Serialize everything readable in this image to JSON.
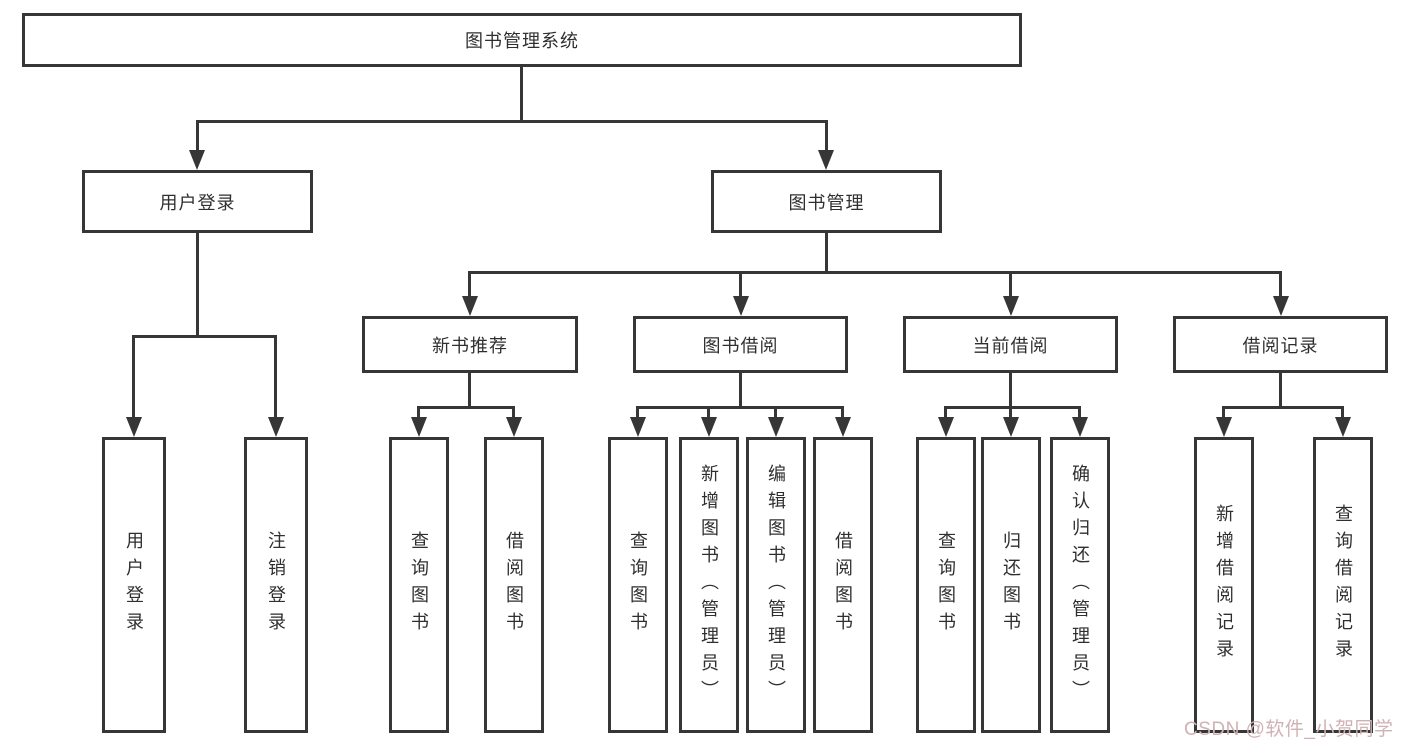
{
  "tree": {
    "root": "图书管理系统",
    "branches": [
      {
        "label": "用户登录",
        "children": [
          "用户登录",
          "注销登录"
        ]
      },
      {
        "label": "图书管理",
        "groups": [
          {
            "label": "新书推荐",
            "children": [
              "查询图书",
              "借阅图书"
            ]
          },
          {
            "label": "图书借阅",
            "children": [
              "查询图书",
              "新增图书（管理员）",
              "编辑图书（管理员）",
              "借阅图书"
            ]
          },
          {
            "label": "当前借阅",
            "children": [
              "查询图书",
              "归还图书",
              "确认归还（管理员）"
            ]
          },
          {
            "label": "借阅记录",
            "children": [
              "新增借阅记录",
              "查询借阅记录"
            ]
          }
        ]
      }
    ]
  },
  "colors": {
    "line": "#363636",
    "text": "#2f2f2f",
    "watermark": "#cfb2b4"
  },
  "watermark": {
    "text": "CSDN @软件_小贺同学"
  }
}
